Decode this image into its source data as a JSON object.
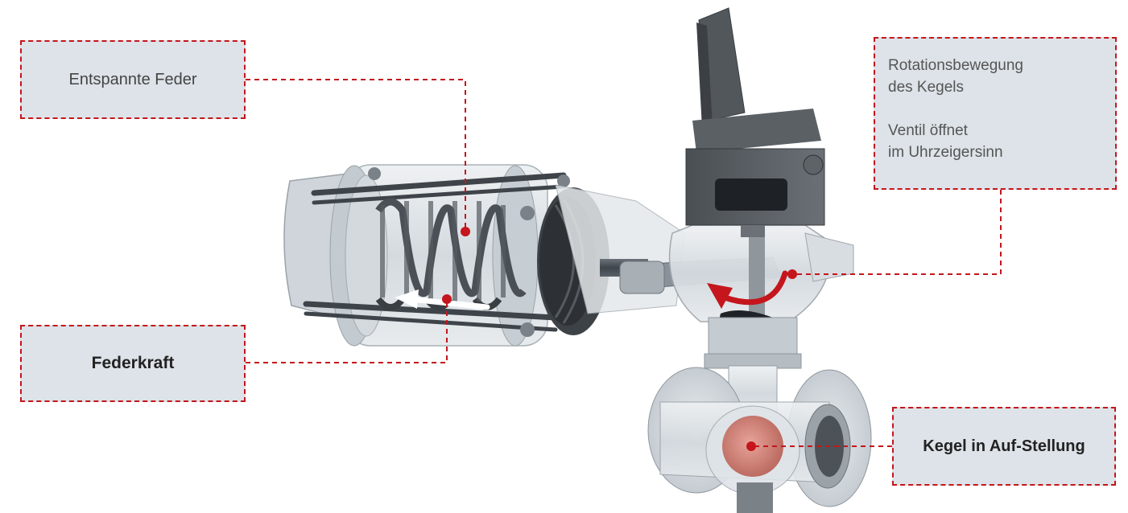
{
  "labels": {
    "spring": "Entspannte Feder",
    "force": "Federkraft",
    "rotation_line1": "Rotationsbewegung",
    "rotation_line2": "des Kegels",
    "rotation_line3": "Ventil öffnet",
    "rotation_line4": "im Uhrzeigersinn",
    "plug": "Kegel in Auf-Stellung"
  },
  "colors": {
    "accent": "#c4161c",
    "box_fill": "#dde3e8",
    "metal_dark": "#555c63",
    "metal_light": "#c9d0d6",
    "housing_glass": "#d9dee3",
    "arrow_white": "#ffffff"
  }
}
